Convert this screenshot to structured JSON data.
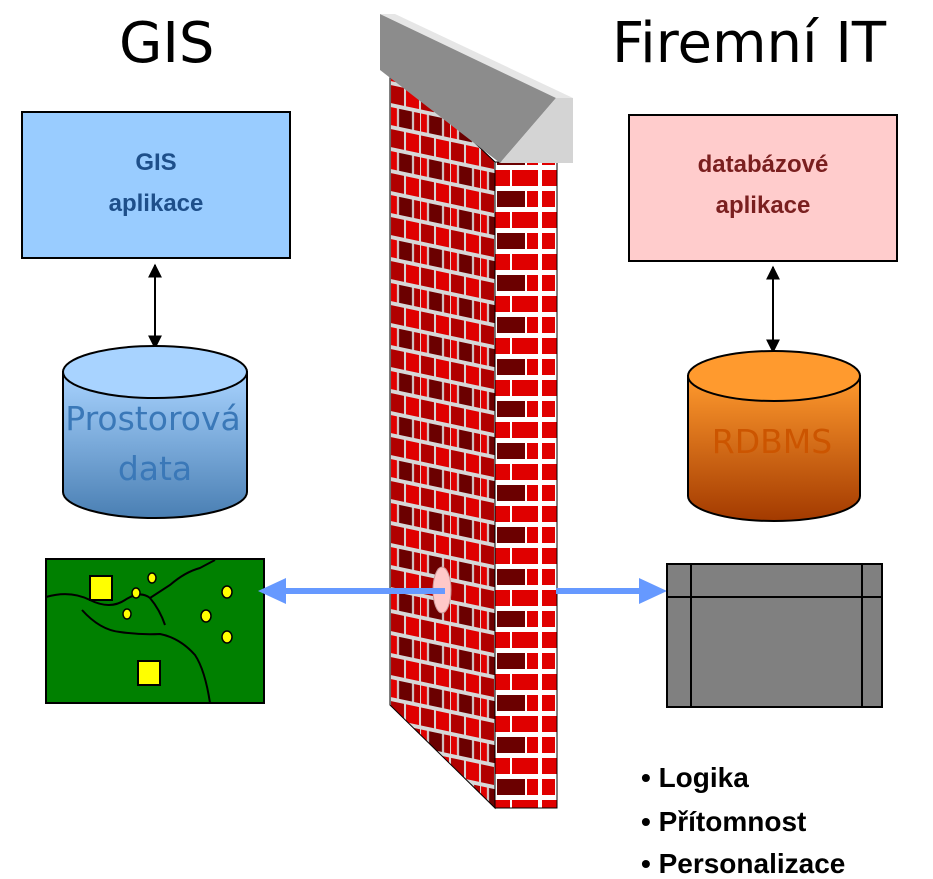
{
  "left": {
    "title": "GIS",
    "app_box": {
      "line1": "GIS",
      "line2": "aplikace",
      "fill": "#99ccff"
    },
    "cylinder": {
      "line1": "Prostorová",
      "line2": "data",
      "top_color": "#a8d3ff",
      "bottom_color": "#4a7fb3",
      "text_color": "#3a78b8"
    },
    "map": {
      "background": "#008000",
      "feature_color": "#ffff00",
      "icon": "map-icon"
    }
  },
  "right": {
    "title": "Firemní IT",
    "app_box": {
      "line1": "databázové",
      "line2": "aplikace",
      "fill": "#ffcccc"
    },
    "cylinder": {
      "label": "RDBMS",
      "top_color": "#ff9a2e",
      "bottom_color": "#a33a00",
      "text_color": "#cc5500"
    },
    "form": {
      "background": "#808080",
      "icon": "form-window-icon"
    },
    "bullets": [
      "• Logika",
      "• Přítomnost",
      "• Personalizace"
    ]
  },
  "firewall": {
    "icon": "brick-wall-icon",
    "brick_color": "#e00000",
    "dark_brick_color": "#6b0000",
    "cap_color": "#c0c0c0"
  },
  "connector_color": "#6699ff"
}
